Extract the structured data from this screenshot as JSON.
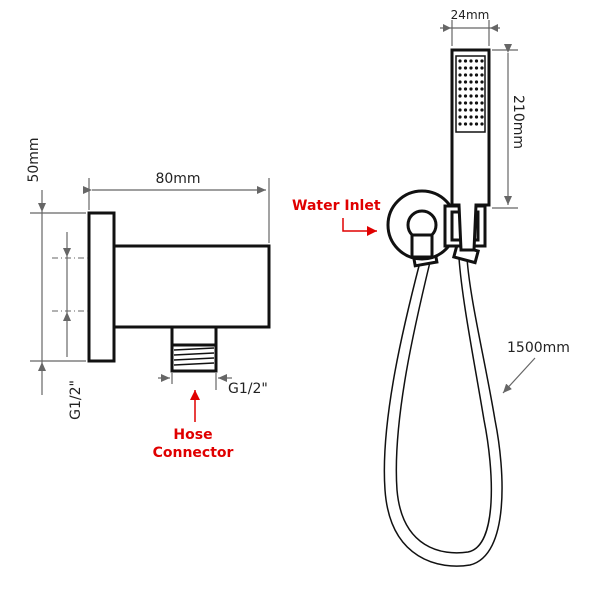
{
  "labels": {
    "height_50": "50mm",
    "width_80": "80mm",
    "thread_left": "G1/2\"",
    "thread_bottom": "G1/2\"",
    "hose_connector_line1": "Hose",
    "hose_connector_line2": "Connector",
    "water_inlet": "Water Inlet",
    "handle_width": "24mm",
    "handle_length": "210mm",
    "hose_length": "1500mm"
  },
  "colors": {
    "line": "#111111",
    "dimension": "#666666",
    "callout": "#e00000"
  }
}
